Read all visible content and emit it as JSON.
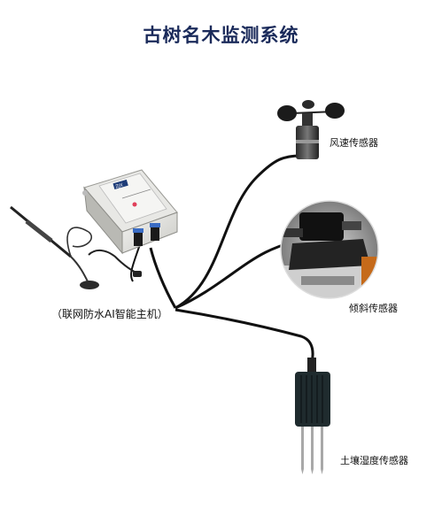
{
  "title": "古树名木监测系统",
  "host": {
    "label": "（联网防水AI智能主机）",
    "badge": "ZJX"
  },
  "sensors": {
    "wind": "风速传感器",
    "tilt": "倾斜传感器",
    "soil": "土壤湿度传感器"
  }
}
